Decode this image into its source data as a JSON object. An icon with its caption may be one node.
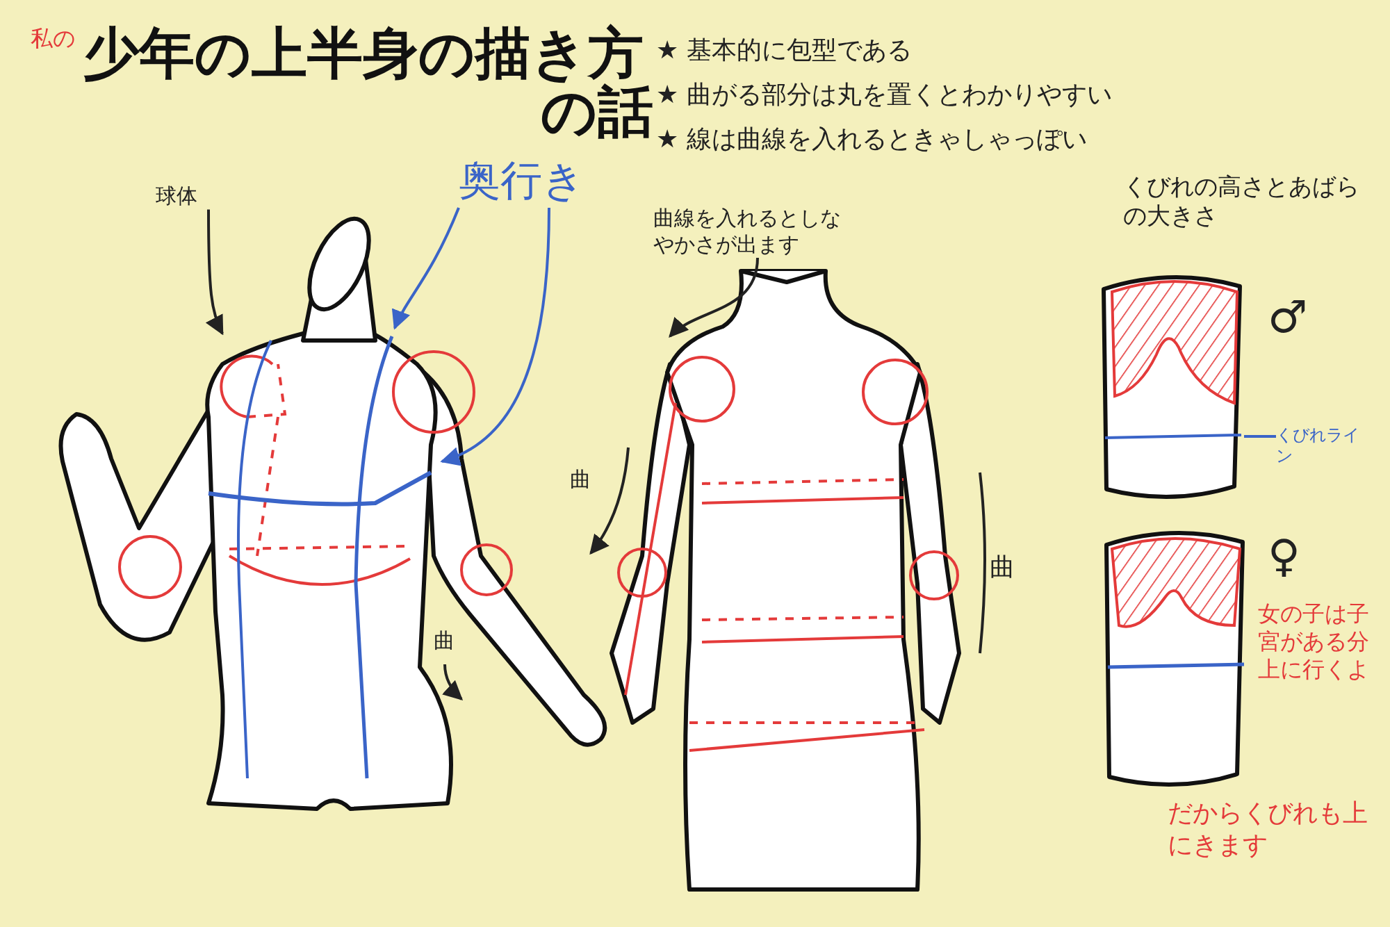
{
  "diagram": {
    "title": "少年の上半身の描き方の話",
    "nodes": [
      {
        "text": [
          "球体"
        ]
      },
      {
        "text": [
          "奥行き"
        ]
      },
      {
        "text": [],
        "shape": "picture"
      },
      {
        "text": [
          "曲線を入れるとしなやかさが出ます"
        ]
      },
      {
        "text": [],
        "shape": "picture"
      },
      {
        "text": [],
        "shape": "picture",
        "beside": [
          "♂"
        ]
      },
      {
        "text": [
          "くびれライン"
        ]
      },
      {
        "text": [],
        "shape": "picture",
        "beside": [
          "♀",
          "女の子は子宮がある分上に行くよ"
        ]
      }
    ],
    "edges": [
      {
        "from": 0,
        "to": 2,
        "arrow": "to",
        "color": "#222222"
      },
      {
        "from": 1,
        "to": 2,
        "arrow": "to",
        "color": "#3a64c8"
      },
      {
        "from": 1,
        "to": 2,
        "arrow": "to",
        "color": "#3a64c8"
      },
      {
        "from": 3,
        "to": 4,
        "arrow": "to",
        "color": "#222222"
      },
      {
        "from": 6,
        "to": 5,
        "arrow": "none",
        "color": "#3a64c8"
      }
    ],
    "labels": [
      "私の",
      "★ 基本的に包型である",
      "★ 曲がる部分は丸を置くとわかりやすい",
      "★ 線は曲線を入れるときゃしゃっぽい",
      "くびれの高さとあばらの大きさ",
      "曲",
      "曲",
      "曲",
      "だからくびれも上にきます"
    ]
  }
}
